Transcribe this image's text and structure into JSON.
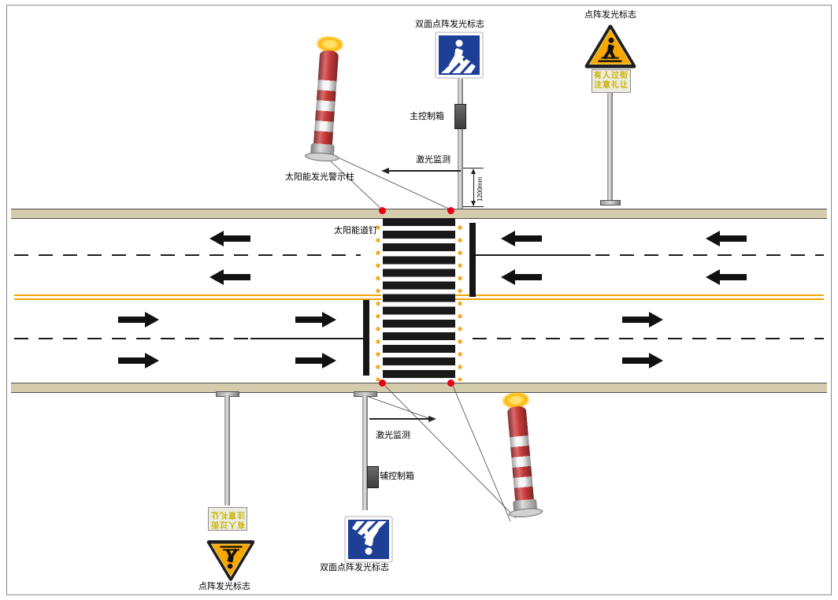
{
  "labels": {
    "double_sided_sign_top": "双面点阵发光标志",
    "double_sided_sign_bottom": "双面点阵发光标志",
    "dot_matrix_sign_top": "点阵发光标志",
    "dot_matrix_sign_bottom": "点阵发光标志",
    "main_control_box": "主控制箱",
    "laser_detection_top": "激光监测",
    "laser_detection_bottom": "激光监测",
    "solar_warning_post": "太阳能发光警示柱",
    "solar_road_stud": "太阳能道钉",
    "dimension_1200": "1200mm",
    "aux_control_box": "辅控制箱"
  },
  "plate": {
    "line1": "有人过街",
    "line2": "注意礼让"
  },
  "colors": {
    "road_edge": "#d5ccae",
    "lane_yellow": "#f0a500",
    "stud_dot": "#f7a81e",
    "corner_dot": "#e60012",
    "sign_blue": "#1e3f96",
    "sign_amber": "#f8a800",
    "bollard_red": "#c62b2b"
  }
}
